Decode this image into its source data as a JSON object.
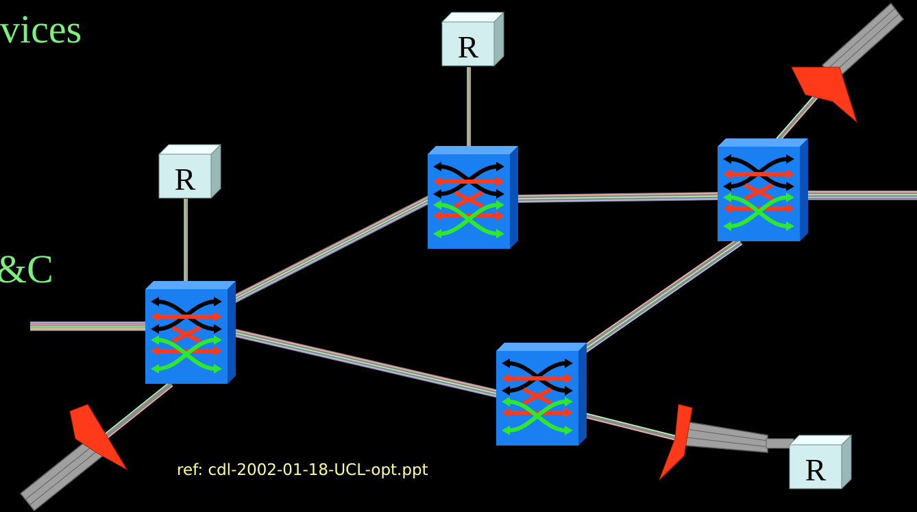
{
  "slide": {
    "left_text": {
      "line1": "vices",
      "line2": "&C",
      "line3": "C"
    },
    "router_label": "R",
    "ref": "ref: cdl-2002-01-18-UCL-opt.ppt"
  },
  "colors": {
    "background": "#000000",
    "text_green": "#7cf07c",
    "router_face": "#d3eeee",
    "switch_blue": "#1a7ff0",
    "arrow_black": "#000000",
    "arrow_red": "#ff3a1a",
    "arrow_green": "#2ee82e",
    "connector_red": "#ff3a1a",
    "fiber_bundle": "#9a9a9a",
    "ref_text": "#ffff99"
  },
  "icons": [
    "router-box",
    "optical-cross-connect-switch",
    "fiber-connector"
  ]
}
